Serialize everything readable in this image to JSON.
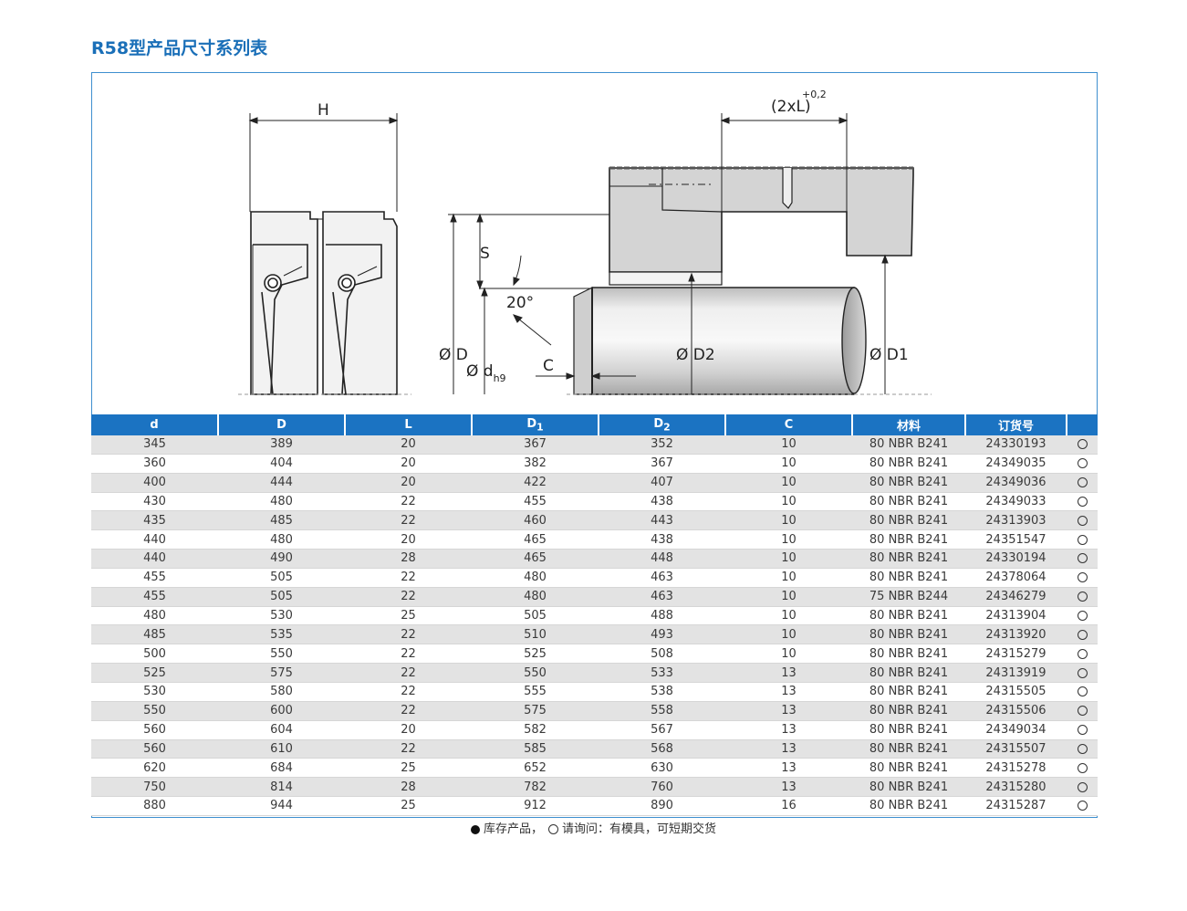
{
  "title": "R58型产品尺寸系列表",
  "drawing": {
    "labels": {
      "H": "H",
      "two_x_L": "(2xL)",
      "tolerance": "+0,2",
      "S": "S",
      "angle": "20°",
      "C": "C",
      "D": "Ø D",
      "dh9": "Ø d",
      "dh9_sub": "h9",
      "D2": "Ø D2",
      "D1": "Ø D1"
    }
  },
  "table": {
    "headers": [
      "d",
      "D",
      "L",
      "D1",
      "D2",
      "C",
      "材料",
      "订货号",
      ""
    ],
    "header_subscripts": {
      "D1": "1",
      "D2": "2"
    },
    "rows": [
      [
        "345",
        "389",
        "20",
        "367",
        "352",
        "10",
        "80 NBR B241",
        "24330193"
      ],
      [
        "360",
        "404",
        "20",
        "382",
        "367",
        "10",
        "80 NBR B241",
        "24349035"
      ],
      [
        "400",
        "444",
        "20",
        "422",
        "407",
        "10",
        "80 NBR B241",
        "24349036"
      ],
      [
        "430",
        "480",
        "22",
        "455",
        "438",
        "10",
        "80 NBR B241",
        "24349033"
      ],
      [
        "435",
        "485",
        "22",
        "460",
        "443",
        "10",
        "80 NBR B241",
        "24313903"
      ],
      [
        "440",
        "480",
        "20",
        "465",
        "438",
        "10",
        "80 NBR B241",
        "24351547"
      ],
      [
        "440",
        "490",
        "28",
        "465",
        "448",
        "10",
        "80 NBR B241",
        "24330194"
      ],
      [
        "455",
        "505",
        "22",
        "480",
        "463",
        "10",
        "80 NBR B241",
        "24378064"
      ],
      [
        "455",
        "505",
        "22",
        "480",
        "463",
        "10",
        "75 NBR B244",
        "24346279"
      ],
      [
        "480",
        "530",
        "25",
        "505",
        "488",
        "10",
        "80 NBR B241",
        "24313904"
      ],
      [
        "485",
        "535",
        "22",
        "510",
        "493",
        "10",
        "80 NBR B241",
        "24313920"
      ],
      [
        "500",
        "550",
        "22",
        "525",
        "508",
        "10",
        "80 NBR B241",
        "24315279"
      ],
      [
        "525",
        "575",
        "22",
        "550",
        "533",
        "13",
        "80 NBR B241",
        "24313919"
      ],
      [
        "530",
        "580",
        "22",
        "555",
        "538",
        "13",
        "80 NBR B241",
        "24315505"
      ],
      [
        "550",
        "600",
        "22",
        "575",
        "558",
        "13",
        "80 NBR B241",
        "24315506"
      ],
      [
        "560",
        "604",
        "20",
        "582",
        "567",
        "13",
        "80 NBR B241",
        "24349034"
      ],
      [
        "560",
        "610",
        "22",
        "585",
        "568",
        "13",
        "80 NBR B241",
        "24315507"
      ],
      [
        "620",
        "684",
        "25",
        "652",
        "630",
        "13",
        "80 NBR B241",
        "24315278"
      ],
      [
        "750",
        "814",
        "28",
        "782",
        "760",
        "13",
        "80 NBR B241",
        "24315280"
      ],
      [
        "880",
        "944",
        "25",
        "912",
        "890",
        "16",
        "80 NBR B241",
        "24315287"
      ]
    ],
    "availability_symbol": "open-circle-icon"
  },
  "note": {
    "stock_text": "库存产品，",
    "inquiry_text": "请询问：有模具，可短期交货"
  }
}
